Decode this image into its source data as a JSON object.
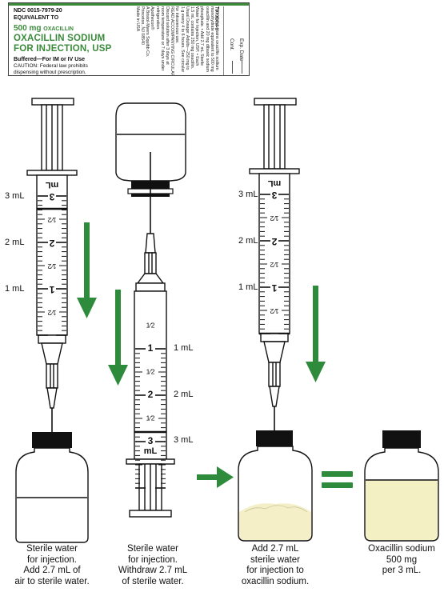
{
  "label": {
    "ndc": "NDC 0015-7979-20",
    "equivalent": "EQUIVALENT TO",
    "strength_num": "500 mg",
    "strength_name": "OXACILLIN",
    "name_line1": "OXACILLIN SODIUM",
    "name_line2": "FOR INJECTION, USP",
    "buffered": "Buffered—For IM or IV Use",
    "caution1": "CAUTION: Federal law prohibits",
    "caution2": "dispensing without prescription.",
    "fine_print": [
      "This vial contains oxacillin sodium",
      "monohydrate equivalent to 500 mg",
      "oxacillin and 20 mg dibasic sodium",
      "phosphate. • Add 2.7 mL Sterile",
      "Water for Injection, USP. • Each",
      "1.5 mL contains 250 mg oxacillin.",
      "Usual Dosage: Adults—250 mg to",
      "1 g every 4 to 6 hours. See circular",
      "for intravenous use.",
      "READ ACCOMPANYING CIRCULAR",
      "Discard solution after 3 days at",
      "room temperature or 7 days under",
      "refrigeration.",
      "Apothecon®",
      "A Bristol-Myers Squibb Co.",
      "Princeton, NJ 08540",
      "Made in USA"
    ],
    "lot_code": "7979DIM-1",
    "cont": "Cont.",
    "exp": "Exp. Date"
  },
  "syringes": {
    "s1": {
      "m3": "3 mL",
      "m2": "2 mL",
      "m1": "1 mL",
      "unit": "mL",
      "n3": "3",
      "n2": "2",
      "n1": "1",
      "half": "1⁄2"
    },
    "s2": {
      "m1": "1 mL",
      "m2": "2 mL",
      "m3": "3 mL",
      "unit": "mL",
      "n1": "1",
      "n2": "2",
      "n3": "3",
      "half": "1⁄2"
    },
    "s3": {
      "m3": "3 mL",
      "m2": "2 mL",
      "m1": "1 mL",
      "unit": "mL",
      "n3": "3",
      "n2": "2",
      "n1": "1",
      "half": "1⁄2"
    }
  },
  "captions": {
    "c1": [
      "Sterile water",
      "for injection.",
      "Add 2.7 mL of",
      "air to sterile water."
    ],
    "c2": [
      "Sterile water",
      "for injection.",
      "Withdraw 2.7 mL",
      "of sterile water."
    ],
    "c3": [
      "Add 2.7 mL",
      "sterile water",
      "for injection to",
      "oxacillin sodium."
    ],
    "c4": [
      "Oxacillin sodium",
      "500 mg",
      "per 3 mL."
    ]
  },
  "colors": {
    "arrow": "#2e8b3c",
    "label_green": "#3a8a3a",
    "powder": "#f5efc8",
    "solution": "#f3f1c4",
    "cap": "#111111"
  }
}
